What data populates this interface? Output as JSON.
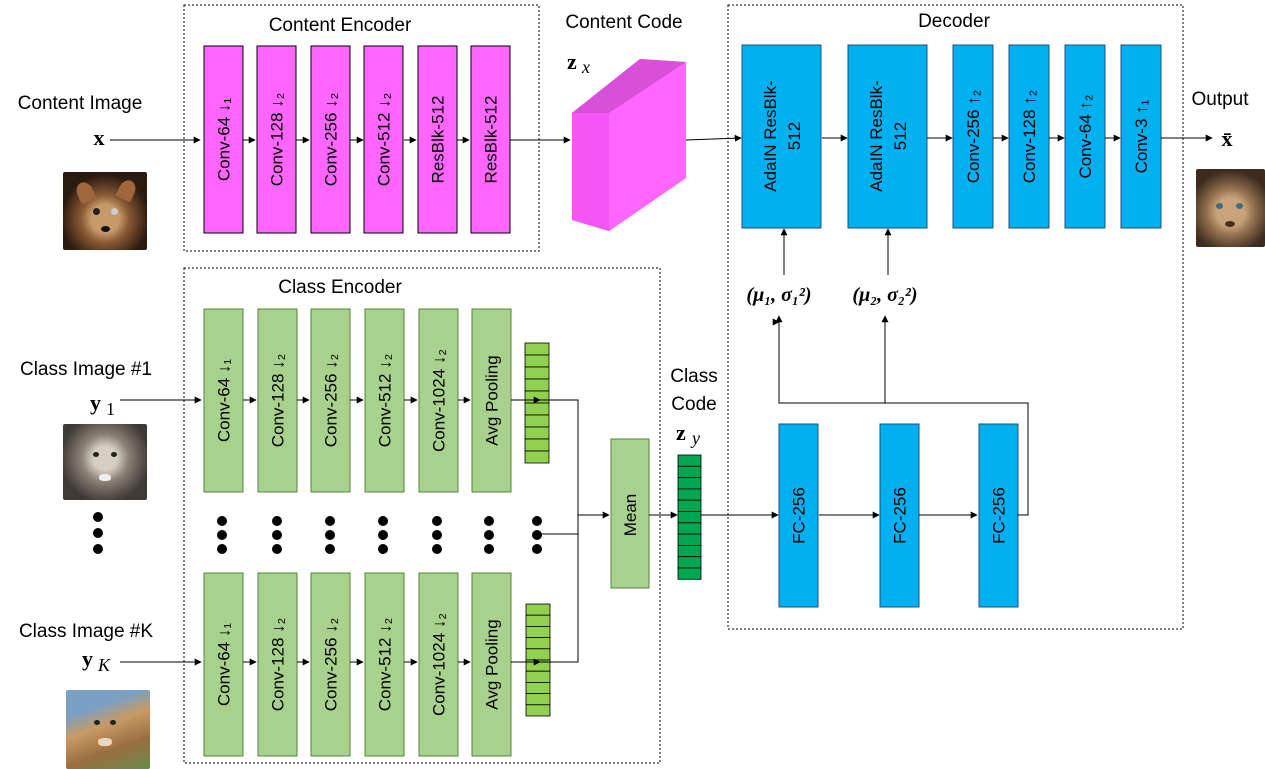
{
  "content_encoder": {
    "title": "Content Encoder",
    "blocks": [
      "Conv-64 ↓₁",
      "Conv-128 ↓₂",
      "Conv-256 ↓₂",
      "Conv-512 ↓₂",
      "ResBlk-512",
      "ResBlk-512"
    ]
  },
  "content_image": {
    "label": "Content Image",
    "symbol": "x"
  },
  "content_code": {
    "label": "Content Code",
    "symbol": "z",
    "subscript": "x"
  },
  "decoder": {
    "title": "Decoder",
    "adain_blocks": [
      [
        "AdaIN ResBlk-",
        "512"
      ],
      [
        "AdaIN ResBlk-",
        "512"
      ]
    ],
    "conv_blocks": [
      "Conv-256 ↑₂",
      "Conv-128 ↑₂",
      "Conv-64 ↑₂",
      "Conv-3 ↑₁"
    ],
    "fc_blocks": [
      "FC-256",
      "FC-256",
      "FC-256"
    ],
    "params": [
      "(μ₁, σ₁²)",
      "(μ₂, σ₂²)"
    ]
  },
  "output": {
    "label": "Output",
    "symbol": "x̄"
  },
  "class_encoder": {
    "title": "Class Encoder",
    "blocks": [
      "Conv-64 ↓₁",
      "Conv-128 ↓₂",
      "Conv-256 ↓₂",
      "Conv-512 ↓₂",
      "Conv-1024 ↓₂",
      "Avg Pooling"
    ]
  },
  "class_images": [
    {
      "label": "Class Image #1",
      "symbol": "y",
      "subscript": "1"
    },
    {
      "label": "Class Image #K",
      "symbol": "y",
      "subscript": "K"
    }
  ],
  "mean_label": "Mean",
  "class_code": {
    "label_line1": "Class",
    "label_line2": "Code",
    "symbol": "z",
    "subscript": "y"
  },
  "colors": {
    "magenta": "#FF66FF",
    "magenta_dark": "#CC33CC",
    "cyan": "#00B0F0",
    "green": "#A9D18E",
    "green_dark": "#00A651",
    "lime": "#92D050"
  }
}
